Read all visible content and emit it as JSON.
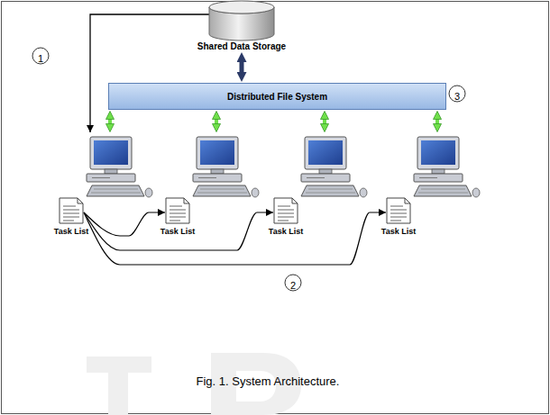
{
  "diagram": {
    "caption": "Fig. 1. System Architecture.",
    "nodes": [
      {
        "text": [
          "Shared Data Storage"
        ]
      },
      {
        "text": [
          "Distributed File System"
        ]
      },
      {
        "text": [
          "Task List"
        ]
      },
      {
        "text": [
          "Task List"
        ]
      },
      {
        "text": [
          "Task List"
        ]
      },
      {
        "text": [
          "Task List"
        ]
      }
    ],
    "edges": [
      {
        "from": 0,
        "to": 1,
        "arrow": "both"
      },
      {
        "from": 1,
        "to": 2,
        "arrow": "both"
      },
      {
        "from": 1,
        "to": 3,
        "arrow": "both"
      },
      {
        "from": 1,
        "to": 4,
        "arrow": "both"
      },
      {
        "from": 1,
        "to": 5,
        "arrow": "both"
      },
      {
        "from": 0,
        "to": 2,
        "arrow": "to"
      },
      {
        "from": 2,
        "to": 3,
        "arrow": "to"
      },
      {
        "from": 2,
        "to": 4,
        "arrow": "to"
      },
      {
        "from": 2,
        "to": 5,
        "arrow": "to"
      }
    ],
    "labels": [
      "1",
      "2",
      "3"
    ]
  }
}
